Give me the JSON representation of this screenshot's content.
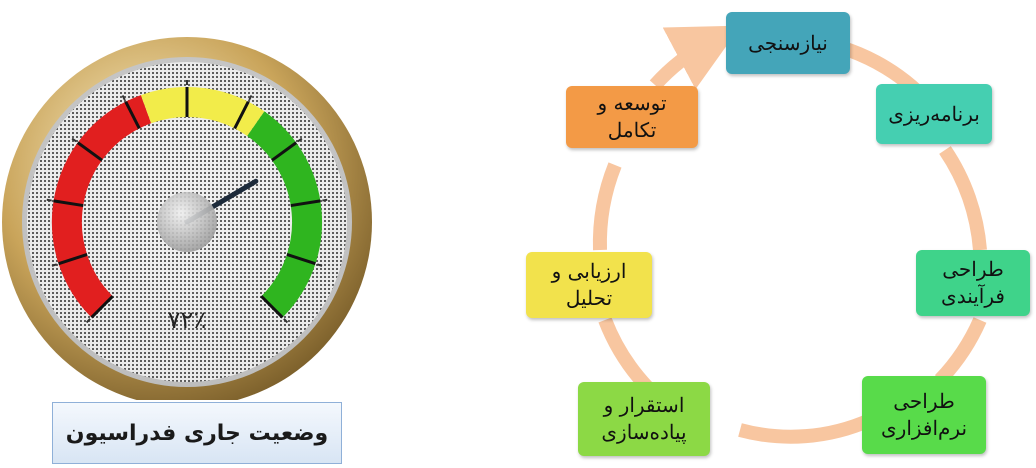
{
  "gauge": {
    "value_label": "۷۲٪",
    "value_percent": 72,
    "zones": [
      {
        "name": "red",
        "color": "#e11f1f"
      },
      {
        "name": "yellow",
        "color": "#f2ec4a"
      },
      {
        "name": "green",
        "color": "#2fb51f"
      }
    ],
    "rim_color": "#b5924a"
  },
  "status": {
    "label": "وضعیت جاری فدراسیون"
  },
  "cycle": {
    "arrow_color": "#f8c6a0",
    "steps": [
      {
        "lines": [
          "نیازسنجی"
        ],
        "color": "#44a5b9"
      },
      {
        "lines": [
          "برنامه‌ریزی"
        ],
        "color": "#45cfb1"
      },
      {
        "lines": [
          "طراحی",
          "فرآیندی"
        ],
        "color": "#3fd38a"
      },
      {
        "lines": [
          "طراحی",
          "نرم‌افزاری"
        ],
        "color": "#58db4a"
      },
      {
        "lines": [
          "استقرار و",
          "پیاده‌سازی"
        ],
        "color": "#8cd945"
      },
      {
        "lines": [
          "ارزیابی و",
          "تحلیل"
        ],
        "color": "#f2e24c"
      },
      {
        "lines": [
          "توسعه و",
          "تکامل"
        ],
        "color": "#f39a46"
      }
    ]
  }
}
